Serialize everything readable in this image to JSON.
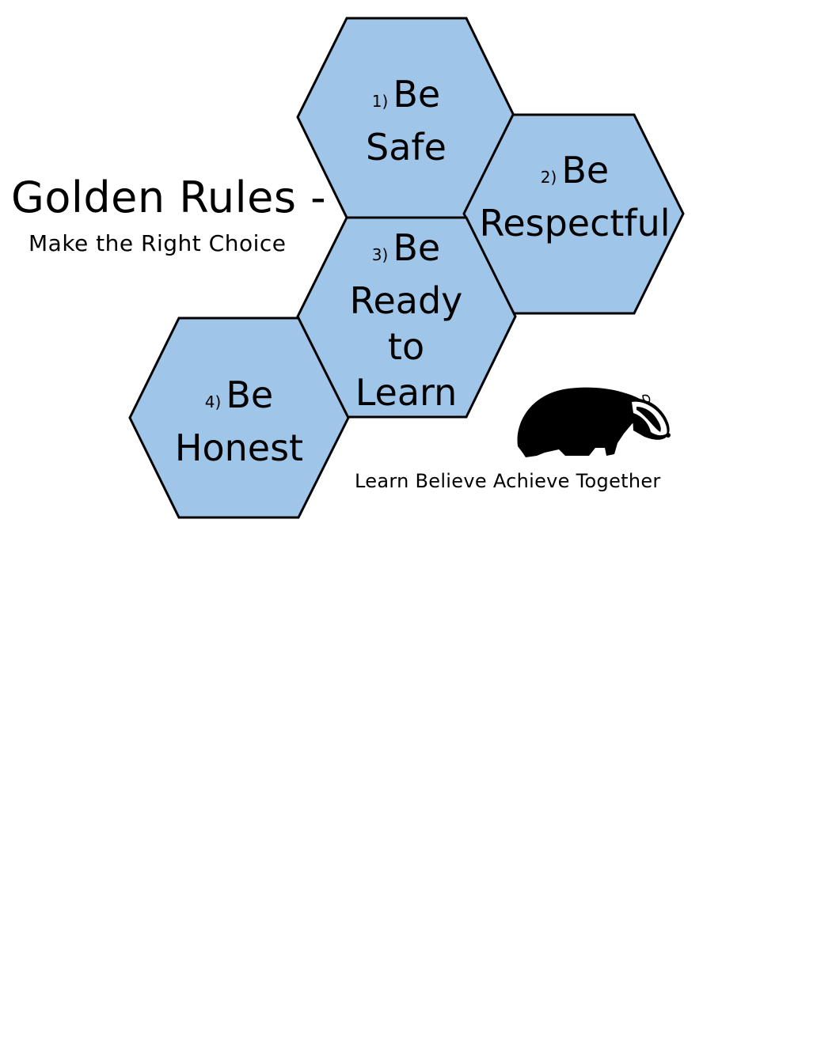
{
  "heading": {
    "title": "Golden Rules -",
    "subtitle": "Make the Right Choice"
  },
  "rules": [
    {
      "number": "1)",
      "first": "Be",
      "rest": [
        "Safe"
      ]
    },
    {
      "number": "2)",
      "first": "Be",
      "rest": [
        "Respectful"
      ]
    },
    {
      "number": "3)",
      "first": "Be",
      "rest": [
        "Ready",
        "to",
        "Learn"
      ]
    },
    {
      "number": "4)",
      "first": "Be",
      "rest": [
        "Honest"
      ]
    }
  ],
  "tagline": "Learn Believe Achieve Together",
  "colors": {
    "hex_fill": "#9fc5e8",
    "hex_stroke": "#000000",
    "text": "#000000",
    "background": "#ffffff"
  },
  "icons": {
    "mascot": "badger-icon"
  }
}
